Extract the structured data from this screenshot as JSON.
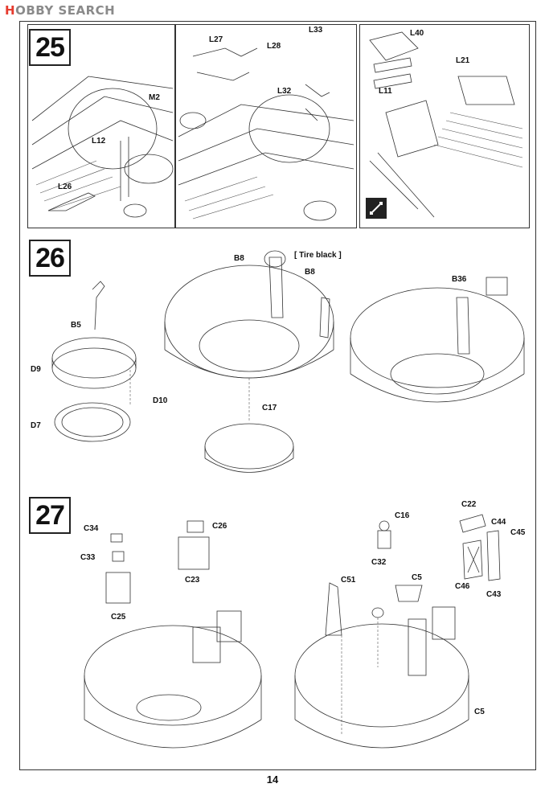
{
  "header": {
    "logo_prefix": "H",
    "logo_text": "OBBY SEARCH"
  },
  "steps": {
    "s25": "25",
    "s26": "26",
    "s27": "27"
  },
  "labels": {
    "M2": "M2",
    "L12": "L12",
    "L26": "L26",
    "L27": "L27",
    "L28": "L28",
    "L33": "L33",
    "L32": "L32",
    "L40": "L40",
    "L11": "L11",
    "L21": "L21",
    "B8a": "B8",
    "tire": "[ Tire black ]",
    "B8b": "B8",
    "B36": "B36",
    "B5": "B5",
    "D9": "D9",
    "D10": "D10",
    "D7": "D7",
    "C17": "C17",
    "C34": "C34",
    "C26": "C26",
    "C33": "C33",
    "C23": "C23",
    "C25": "C25",
    "C16": "C16",
    "C32": "C32",
    "C22": "C22",
    "C44": "C44",
    "C45": "C45",
    "C46": "C46",
    "C43": "C43",
    "C51": "C51",
    "C5a": "C5",
    "C5b": "C5"
  },
  "page_number": "14"
}
